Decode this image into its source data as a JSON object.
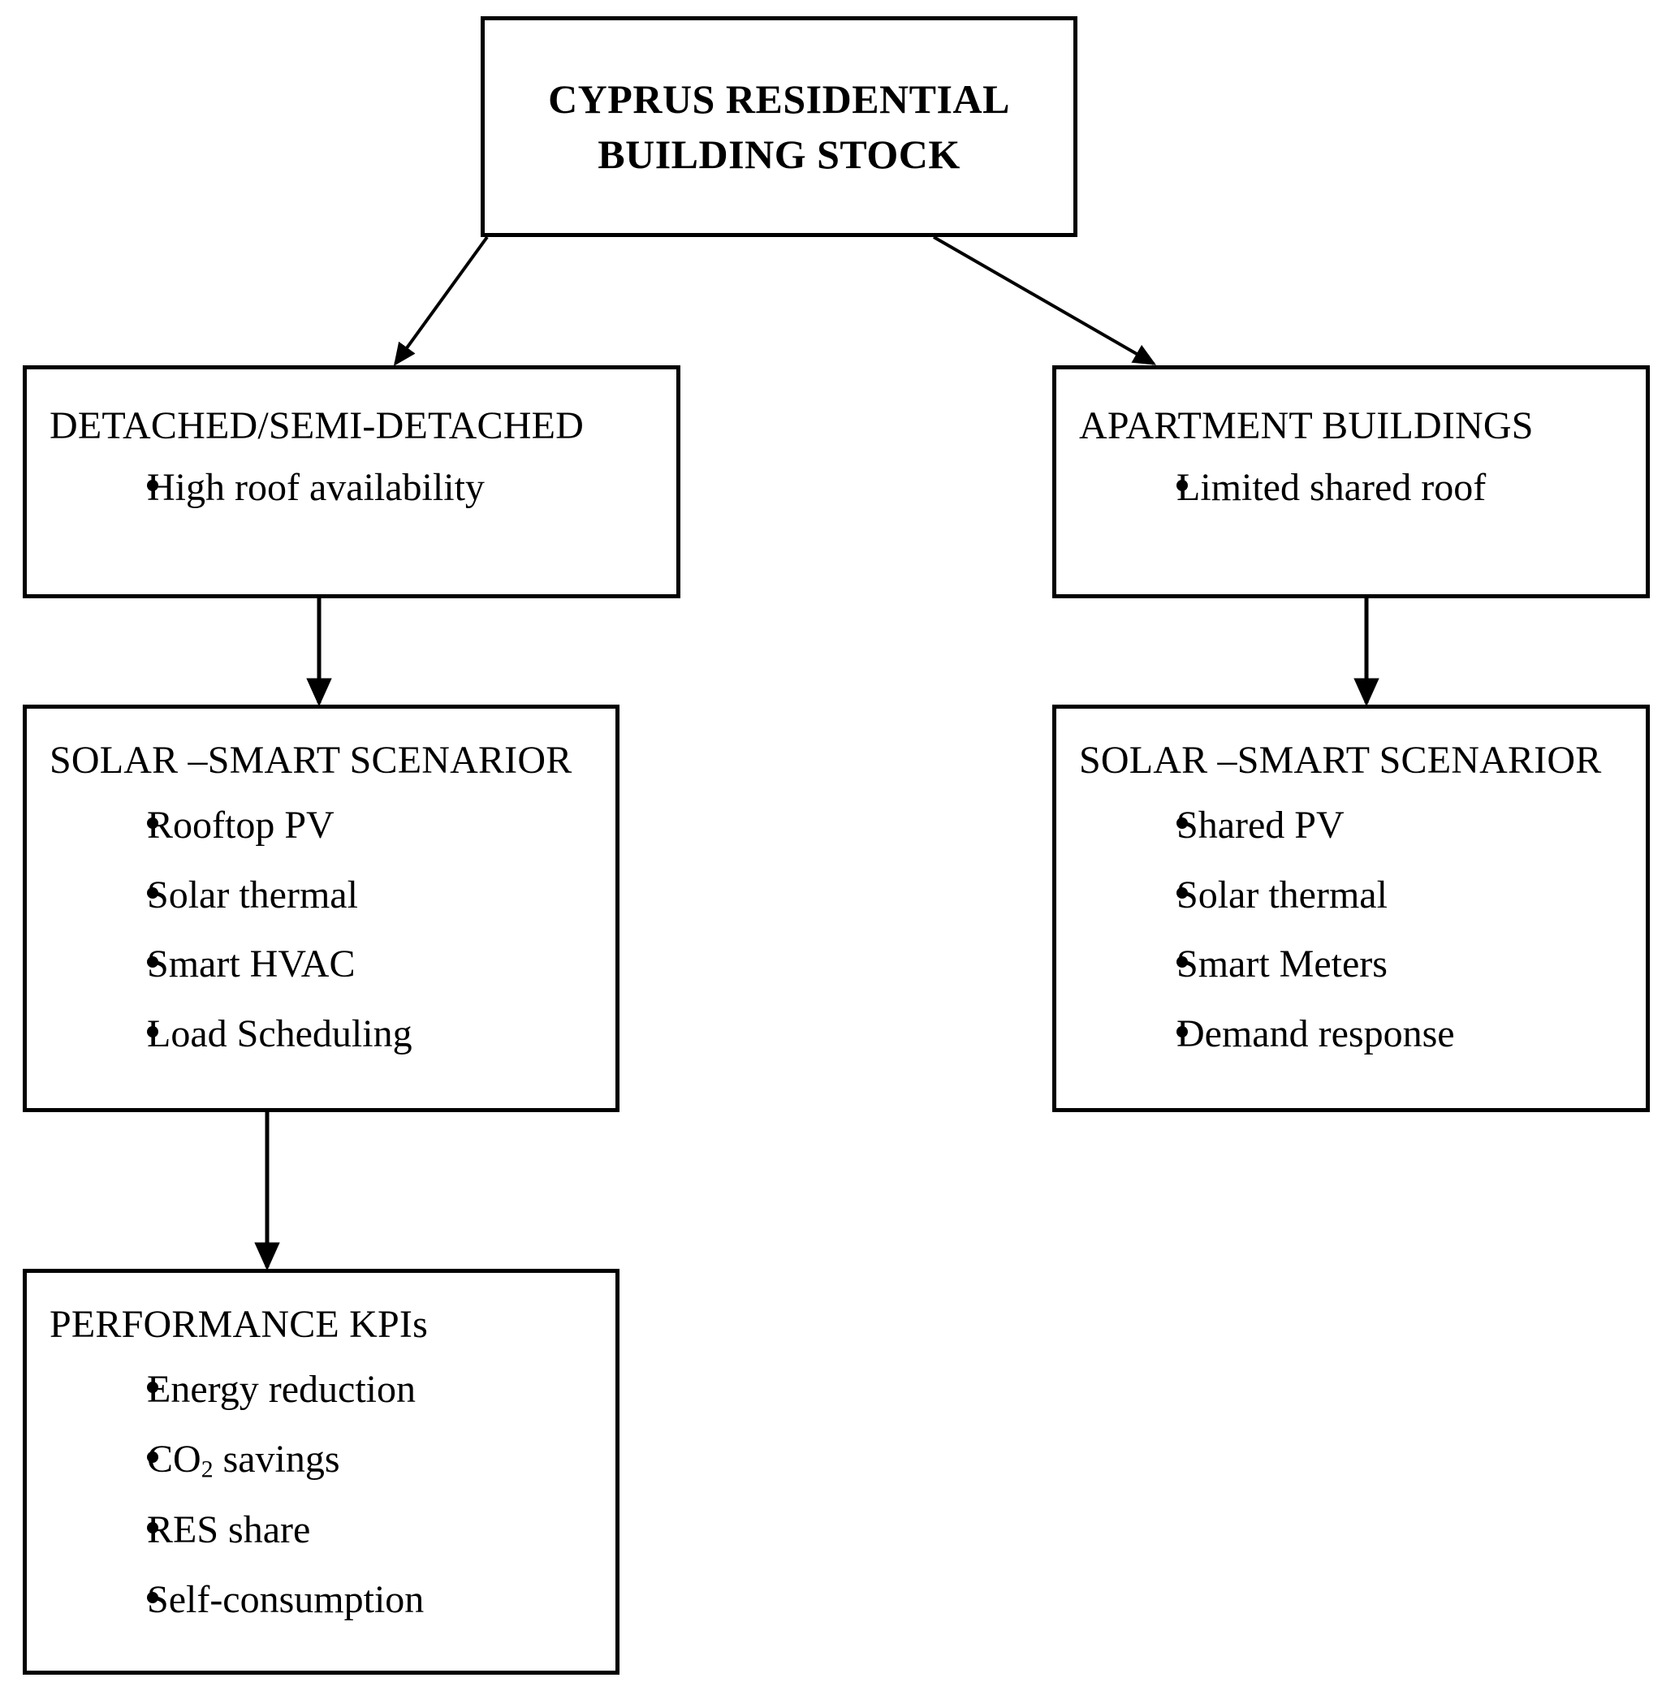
{
  "diagram": {
    "root": {
      "title_lines": [
        "CYPRUS RESIDENTIAL",
        "BUILDING STOCK"
      ]
    },
    "branches": [
      {
        "id": "detached",
        "heading": "DETACHED/SEMI-DETACHED",
        "bullets": [
          "High roof availability"
        ]
      },
      {
        "id": "apartment",
        "heading": "APARTMENT BUILDINGS",
        "bullets": [
          "Limited shared roof"
        ]
      }
    ],
    "scenarios": [
      {
        "id": "scenario-detached",
        "heading": "SOLAR –SMART SCENARIOR",
        "bullets": [
          "Rooftop PV",
          "Solar thermal",
          "Smart HVAC",
          "Load Scheduling"
        ]
      },
      {
        "id": "scenario-apartment",
        "heading": "SOLAR –SMART SCENARIOR",
        "bullets": [
          "Shared PV",
          "Solar thermal",
          "Smart Meters",
          "Demand response"
        ]
      }
    ],
    "kpis": {
      "id": "performance-kpis",
      "heading": "PERFORMANCE KPIs",
      "bullets": [
        "Energy reduction",
        "CO2 savings",
        "RES share",
        "Self-consumption"
      ],
      "bullets_rich": [
        {
          "text": "Energy reduction"
        },
        {
          "text": "CO",
          "sub": "2",
          "tail": " savings"
        },
        {
          "text": "RES share"
        },
        {
          "text": "Self-consumption"
        }
      ]
    },
    "colors": {
      "stroke": "#000000",
      "fill": "#ffffff",
      "text": "#000000"
    }
  }
}
